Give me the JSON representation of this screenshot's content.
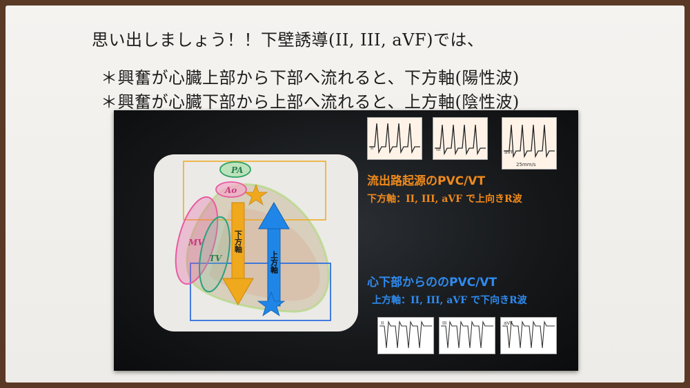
{
  "heading": {
    "title": "思い出しましょう！！下壁誘導(II, III, aVF)では、",
    "line1": "＊興奮が心臓上部から下部へ流れると、下方軸(陽性波)",
    "line2": "＊興奮が心臓下部から上部へ流れると、上方軸(陰性波)"
  },
  "diagram": {
    "labels": {
      "pa": "PA",
      "ao": "Ao",
      "mv": "MV",
      "tv": "TV"
    },
    "arrow_down_label": "下方軸",
    "arrow_up_label": "上方軸",
    "colors": {
      "orange": "#f0a81c",
      "blue": "#1f86e8",
      "pink": "#e85aa0",
      "green": "#3aa86a"
    }
  },
  "outflow": {
    "title": "流出路起源のPVC/VT",
    "subtitle": "下方軸：II, III, aVF で上向きR波",
    "ecg_leads": [
      "II",
      "III",
      "aVF"
    ],
    "ecg_speed": "25mm/s"
  },
  "inferior": {
    "title": "心下部からののPVC/VT",
    "subtitle": "上方軸：II, III, aVF で下向きR波",
    "ecg_leads": [
      "II",
      "III",
      "aVF"
    ]
  }
}
